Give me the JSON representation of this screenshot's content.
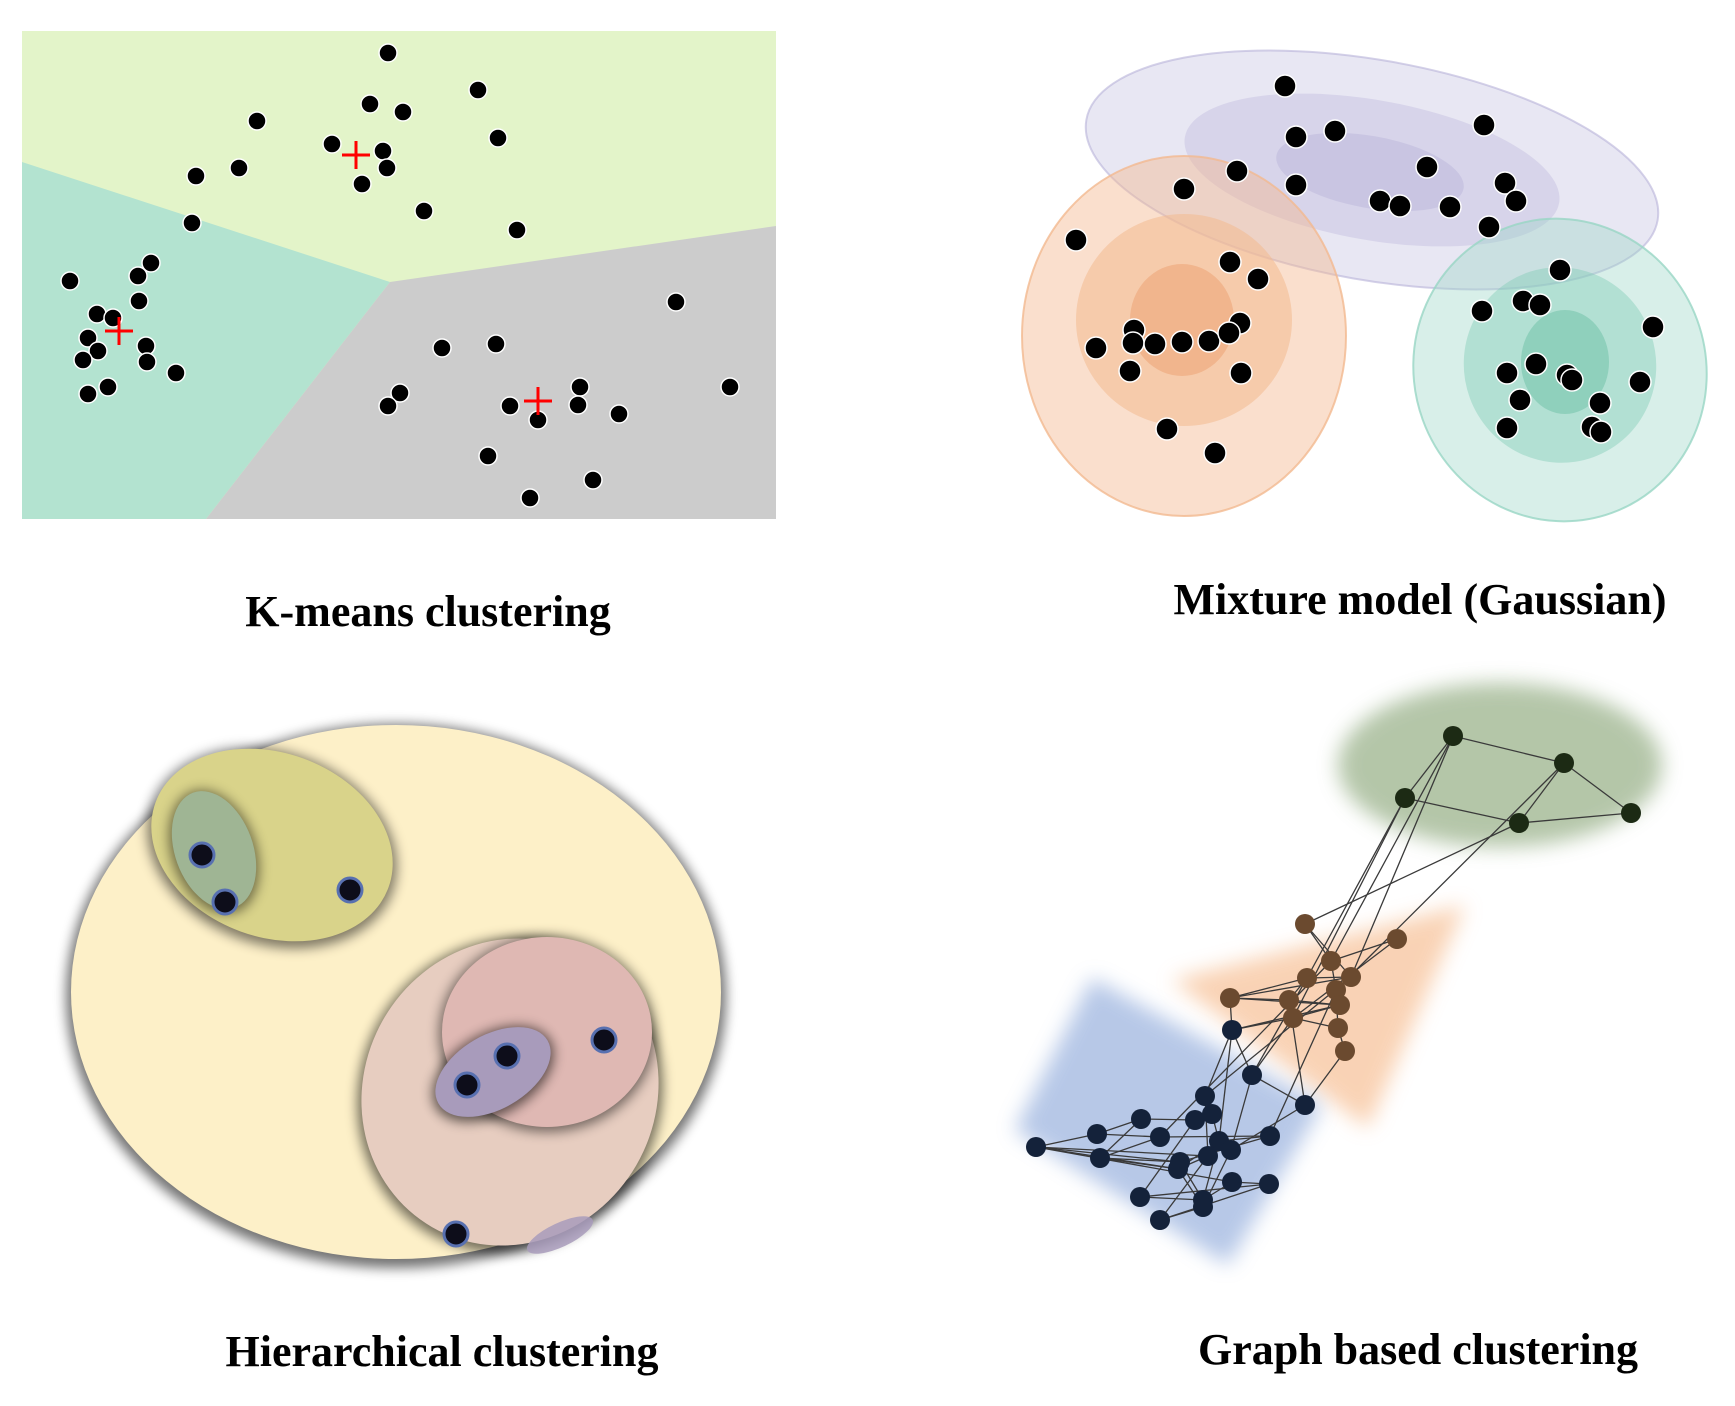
{
  "captions": {
    "kmeans": "K-means clustering",
    "mixture": "Mixture model (Gaussian)",
    "hierarchical": "Hierarchical clustering",
    "graph": "Graph based clustering"
  },
  "colors": {
    "point": "#000000",
    "centroid": "#ff0000",
    "kmeans_regions": [
      "#e3f4c9",
      "#b3e3d0",
      "#cccccc"
    ],
    "mixture_components": [
      "#b8b3d9",
      "#f3b990",
      "#98d6c4"
    ],
    "hierarchical_regions": [
      "#fdf0c8",
      "#d9d38a",
      "#9fb594",
      "#e7cdc0",
      "#dfb8b3",
      "#a89bbb"
    ],
    "graph_regions": [
      "#9bb38c",
      "#f8c8a3",
      "#9fb6e0"
    ],
    "graph_nodes": [
      "#1c2a14",
      "#6b4a2f",
      "#14223a"
    ]
  },
  "kmeans": {
    "regions": 3,
    "centroids": 3
  },
  "mixture": {
    "components": 3
  },
  "hierarchical": {
    "levels": 3
  },
  "graph": {
    "clusters": 3
  }
}
